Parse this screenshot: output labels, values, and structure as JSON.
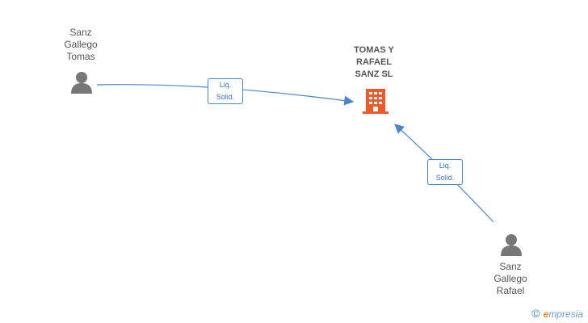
{
  "nodes": {
    "person1": {
      "lines": [
        "Sanz",
        "Gallego",
        "Tomas"
      ]
    },
    "company": {
      "lines": [
        "TOMAS Y",
        "RAFAEL",
        "SANZ SL"
      ]
    },
    "person2": {
      "lines": [
        "Sanz",
        "Gallego",
        "Rafael"
      ]
    }
  },
  "edges": [
    {
      "from": "person1",
      "to": "company",
      "label": [
        "Liq.",
        "Solid."
      ]
    },
    {
      "from": "person2",
      "to": "company",
      "label": [
        "Liq.",
        "Solid."
      ]
    }
  ],
  "footer": {
    "copyright": "©",
    "brand_initial": "e",
    "brand_rest": "mpresia"
  },
  "colors": {
    "edge": "#4a86c8",
    "company_icon": "#f05a28",
    "person_icon": "#777777"
  }
}
